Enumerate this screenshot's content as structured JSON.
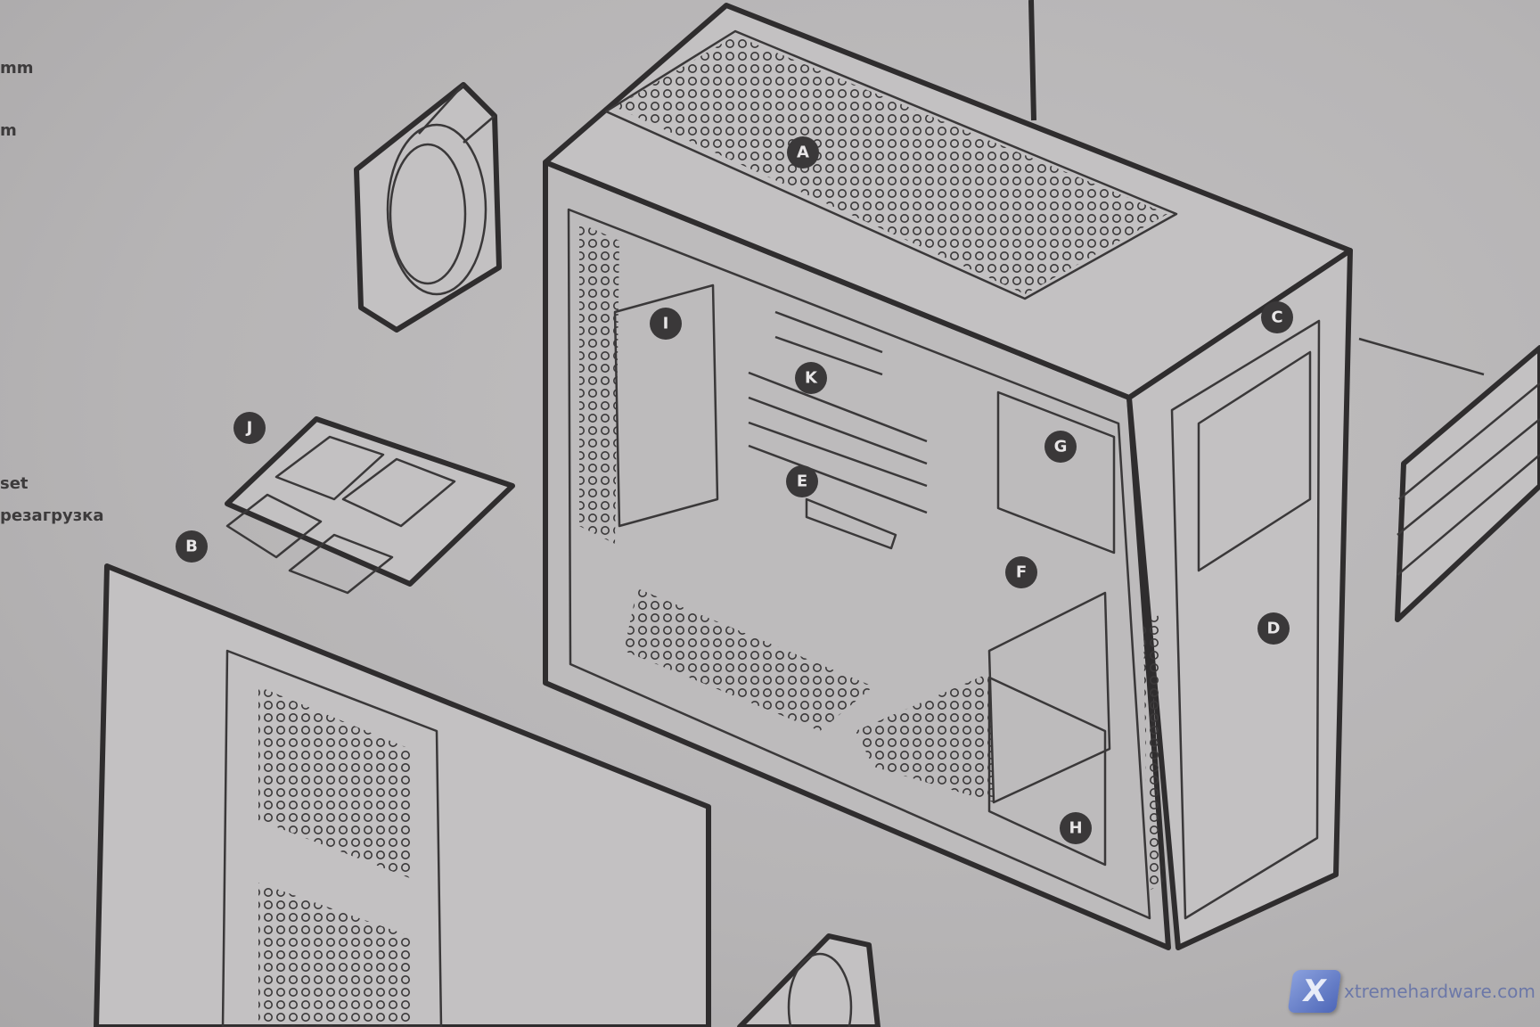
{
  "left_text": [
    "mm",
    "m",
    "set",
    "резагрузка"
  ],
  "labels": {
    "A": "A",
    "B": "B",
    "C": "C",
    "D": "D",
    "E": "E",
    "F": "F",
    "G": "G",
    "H": "H",
    "I": "I",
    "J": "J",
    "K": "K"
  },
  "watermark": {
    "text": "xtremehardware.com",
    "logo_glyph": "X"
  },
  "colors": {
    "paper": "#b9b7b8",
    "ink": "#2f2d2e",
    "watermark": "#6c78a8"
  }
}
